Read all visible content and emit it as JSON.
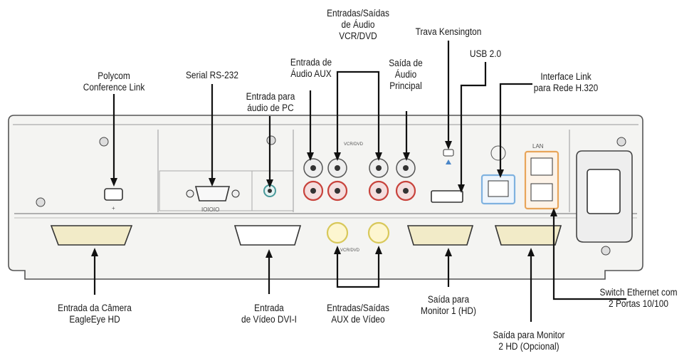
{
  "labels": {
    "polycom_link": "Polycom\nConference Link",
    "serial": "Serial RS-232",
    "pc_audio": "Entrada para\náudio de PC",
    "aux_audio_in": "Entrada de\nÁudio AUX",
    "vcr_dvd": "Entradas/Saídas\nde Áudio\nVCR/DVD",
    "main_audio_out": "Saída de\nÁudio\nPrincipal",
    "kensington": "Trava Kensington",
    "usb": "USB 2.0",
    "h320": "Interface Link\npara Rede H.320",
    "camera_in": "Entrada da Câmera\nEagleEye HD",
    "dvi_in": "Entrada\nde Vídeo DVI-I",
    "aux_video": "Entradas/Saídas\nAUX de Vídeo",
    "monitor1": "Saída para\nMonitor 1 (HD)",
    "monitor2": "Saída para Monitor\n2 HD (Opcional)",
    "ethernet": "Switch Ethernet com\n2 Portas 10/100"
  },
  "panel_marks": {
    "serial_port": "IOIOIO",
    "lan": "LAN",
    "vcr_dvd_tag": "VCR/DVD",
    "video_tag": "VCR/DVD",
    "plus": "+"
  },
  "colors": {
    "line": "#111111",
    "panel": "#f4f4f2",
    "panel_edge": "#555555",
    "audio_red": "#c8433c",
    "dvi_yellow": "#e8d98a",
    "h320_blue": "#7fb2e0",
    "lan_orange": "#e8a55a"
  }
}
